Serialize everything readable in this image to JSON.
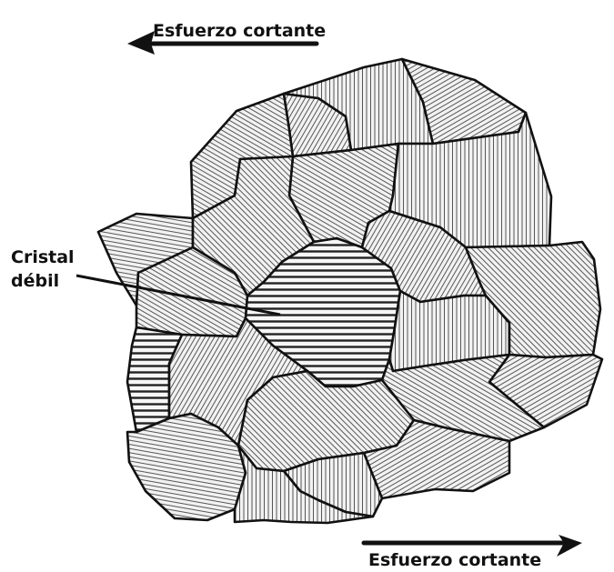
{
  "labels": {
    "shear_top": "Esfuerzo cortante",
    "shear_bottom": "Esfuerzo cortante",
    "weak_crystal_line1": "Cristal",
    "weak_crystal_line2": "débil"
  },
  "colors": {
    "ink": "#111111",
    "hatch": "#3a3a3a",
    "background": "#ffffff"
  },
  "icons": {
    "shear_top_arrow": "left-arrow-icon",
    "shear_bottom_arrow": "right-arrow-icon"
  }
}
